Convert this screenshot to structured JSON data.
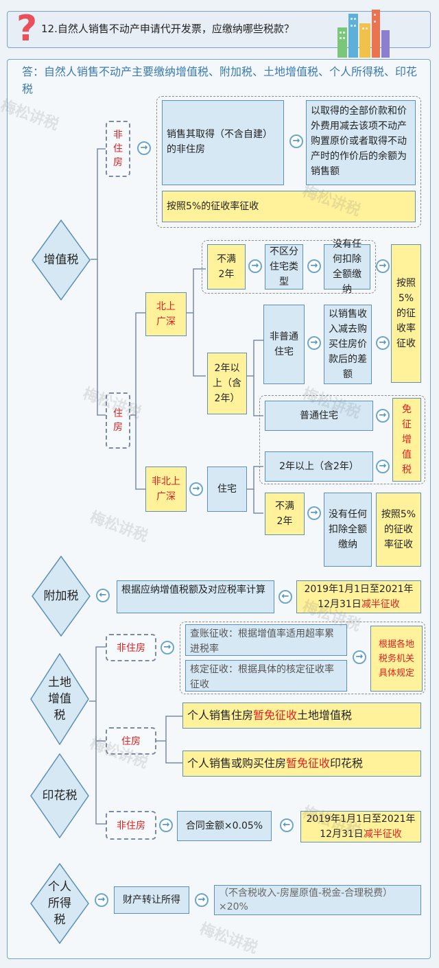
{
  "header": {
    "title": "12.自然人销售不动产申请代开发票，应缴纳哪些税款？"
  },
  "answer": "答：自然人销售不动产主要缴纳增值税、附加税、土地增值税、个人所得税、印花税",
  "watermark": "梅松讲税",
  "vat": {
    "label": "增值税",
    "non_residential": "非住房",
    "nr_desc": "销售其取得（不含自建）的非住房",
    "nr_base": "以取得的全部价款和价外费用减去该项不动产购置原价或者取得不动产时的作价后的余额为销售额",
    "nr_rate": "按照5%的征收率征收",
    "residential": "住房",
    "bsgs": "北上广深",
    "under2": "不满2年",
    "any_type": "不区分住宅类型",
    "full_amount": "没有任何扣除全额缴纳",
    "rate5_vertical": "按照5%的征收率征收",
    "over2": "2年以上（含2年）",
    "non_ordinary": "非普通住宅",
    "diff_amount": "以销售收入减去购买住房价款后的差额",
    "ordinary": "普通住宅",
    "exempt": "免征增值税",
    "non_bsgs": "非北上广深",
    "house": "住宅",
    "over2_b": "2年以上（含2年）",
    "under2_b": "不满2年",
    "full_amount_b": "没有任何扣除全额缴纳",
    "rate5_b": "按照5%的征收率征收"
  },
  "surcharge": {
    "label": "附加税",
    "desc": "根据应纳增值税额及对应税率计算",
    "period": "2019年1月1日至2021年12月31日",
    "half": "减半征收"
  },
  "lat": {
    "label": "土地增值税",
    "non_residential": "非住房",
    "audit": "查账征收：根据增值率适用超率累进税率",
    "assessed": "核定征收：根据具体的核定征收率征收",
    "local": "根据各地税务机关具体规定",
    "residential": "住房",
    "res_pre": "个人销售住房",
    "res_red": "暂免征收",
    "res_post": "土地增值税"
  },
  "stamp": {
    "label": "印花税",
    "res_pre": "个人销售或购买住房",
    "res_red": "暂免征收",
    "res_post": "印花税",
    "non_residential": "非住房",
    "contract": "合同金额×0.05%",
    "period": "2019年1月1日至2021年12月31日",
    "half": "减半征收"
  },
  "pit": {
    "label": "个人所得税",
    "transfer": "财产转让所得",
    "formula": "（不含税收入-房屋原值-税金-合理税费）×20%"
  }
}
